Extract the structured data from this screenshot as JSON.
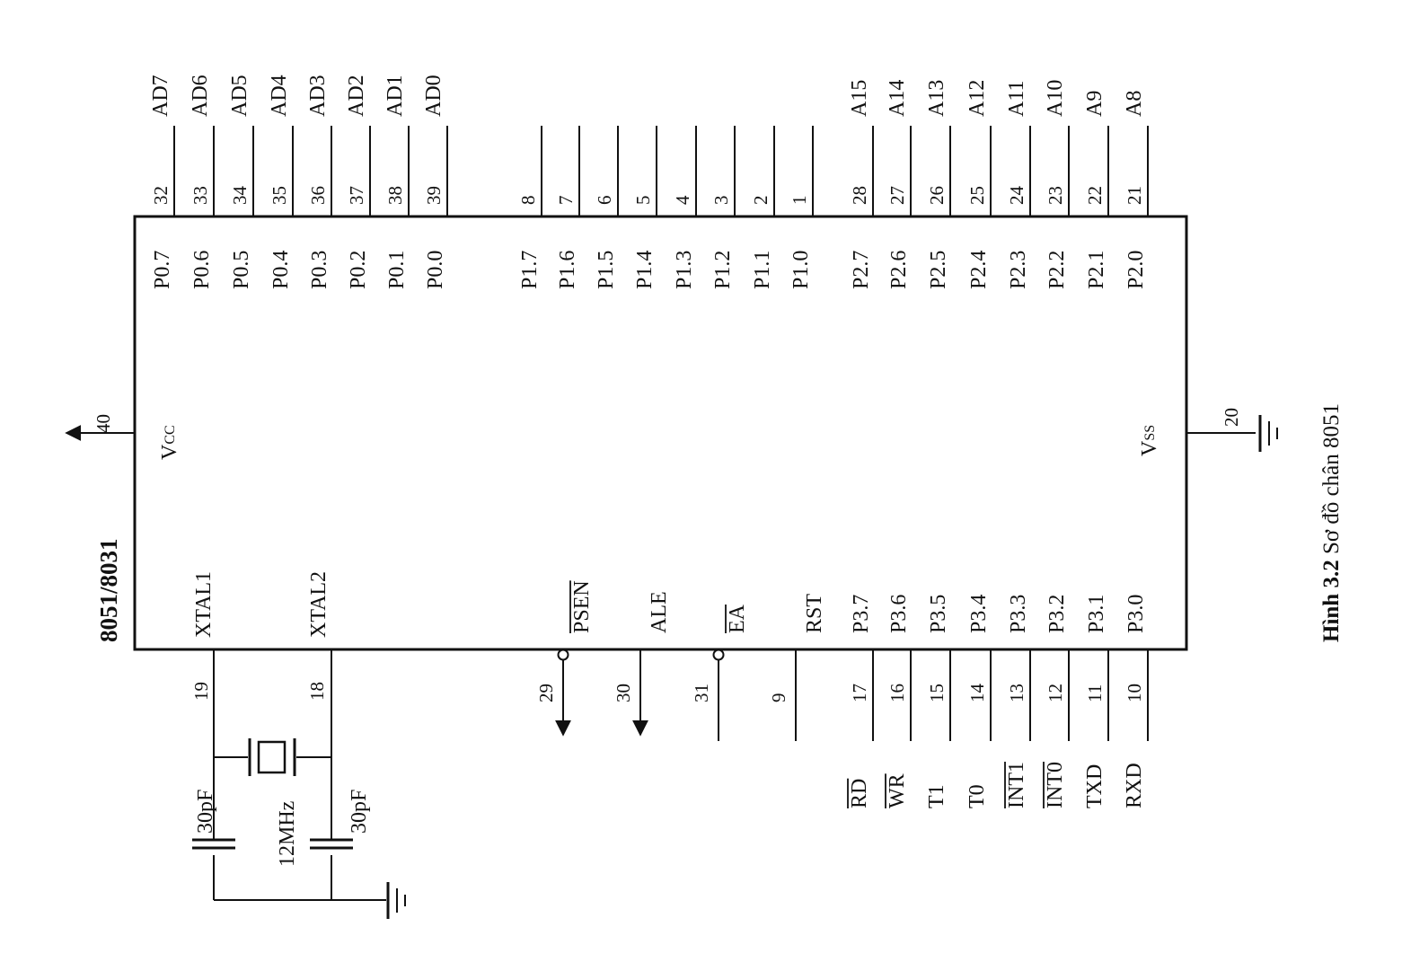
{
  "chip": {
    "title": "8051/8031",
    "vcc_main": "V",
    "vcc_sub": "CC",
    "vcc_pin": "40",
    "vss_main": "V",
    "vss_sub": "SS",
    "vss_pin": "20"
  },
  "port0": [
    {
      "pin": "32",
      "name": "P0.7",
      "signal": "AD7"
    },
    {
      "pin": "33",
      "name": "P0.6",
      "signal": "AD6"
    },
    {
      "pin": "34",
      "name": "P0.5",
      "signal": "AD5"
    },
    {
      "pin": "35",
      "name": "P0.4",
      "signal": "AD4"
    },
    {
      "pin": "36",
      "name": "P0.3",
      "signal": "AD3"
    },
    {
      "pin": "37",
      "name": "P0.2",
      "signal": "AD2"
    },
    {
      "pin": "38",
      "name": "P0.1",
      "signal": "AD1"
    },
    {
      "pin": "39",
      "name": "P0.0",
      "signal": "AD0"
    }
  ],
  "port1": [
    {
      "pin": "8",
      "name": "P1.7"
    },
    {
      "pin": "7",
      "name": "P1.6"
    },
    {
      "pin": "6",
      "name": "P1.5"
    },
    {
      "pin": "5",
      "name": "P1.4"
    },
    {
      "pin": "4",
      "name": "P1.3"
    },
    {
      "pin": "3",
      "name": "P1.2"
    },
    {
      "pin": "2",
      "name": "P1.1"
    },
    {
      "pin": "1",
      "name": "P1.0"
    }
  ],
  "port2": [
    {
      "pin": "28",
      "name": "P2.7",
      "signal": "A15"
    },
    {
      "pin": "27",
      "name": "P2.6",
      "signal": "A14"
    },
    {
      "pin": "26",
      "name": "P2.5",
      "signal": "A13"
    },
    {
      "pin": "25",
      "name": "P2.4",
      "signal": "A12"
    },
    {
      "pin": "24",
      "name": "P2.3",
      "signal": "A11"
    },
    {
      "pin": "23",
      "name": "P2.2",
      "signal": "A10"
    },
    {
      "pin": "22",
      "name": "P2.1",
      "signal": "A9"
    },
    {
      "pin": "21",
      "name": "P2.0",
      "signal": "A8"
    }
  ],
  "port3": [
    {
      "pin": "17",
      "name": "P3.7",
      "signal": "RD",
      "overbar": true
    },
    {
      "pin": "16",
      "name": "P3.6",
      "signal": "WR",
      "overbar": true
    },
    {
      "pin": "15",
      "name": "P3.5",
      "signal": "T1",
      "overbar": false
    },
    {
      "pin": "14",
      "name": "P3.4",
      "signal": "T0",
      "overbar": false
    },
    {
      "pin": "13",
      "name": "P3.3",
      "signal": "INT1",
      "overbar": true
    },
    {
      "pin": "12",
      "name": "P3.2",
      "signal": "INT0",
      "overbar": true
    },
    {
      "pin": "11",
      "name": "P3.1",
      "signal": "TXD",
      "overbar": false
    },
    {
      "pin": "10",
      "name": "P3.0",
      "signal": "RXD",
      "overbar": false
    }
  ],
  "control": [
    {
      "pin": "29",
      "name": "PSEN",
      "overbar": true
    },
    {
      "pin": "30",
      "name": "ALE",
      "overbar": false
    },
    {
      "pin": "31",
      "name": "EA",
      "overbar": true
    },
    {
      "pin": "9",
      "name": "RST",
      "overbar": false
    }
  ],
  "clock": {
    "xtal1": "XTAL1",
    "xtal1_pin": "19",
    "xtal2": "XTAL2",
    "xtal2_pin": "18",
    "crystal": "12MHz",
    "cap1": "30pF",
    "cap2": "30pF"
  },
  "caption": {
    "number": "Hình 3.2",
    "text": " Sơ đồ chân 8051"
  }
}
